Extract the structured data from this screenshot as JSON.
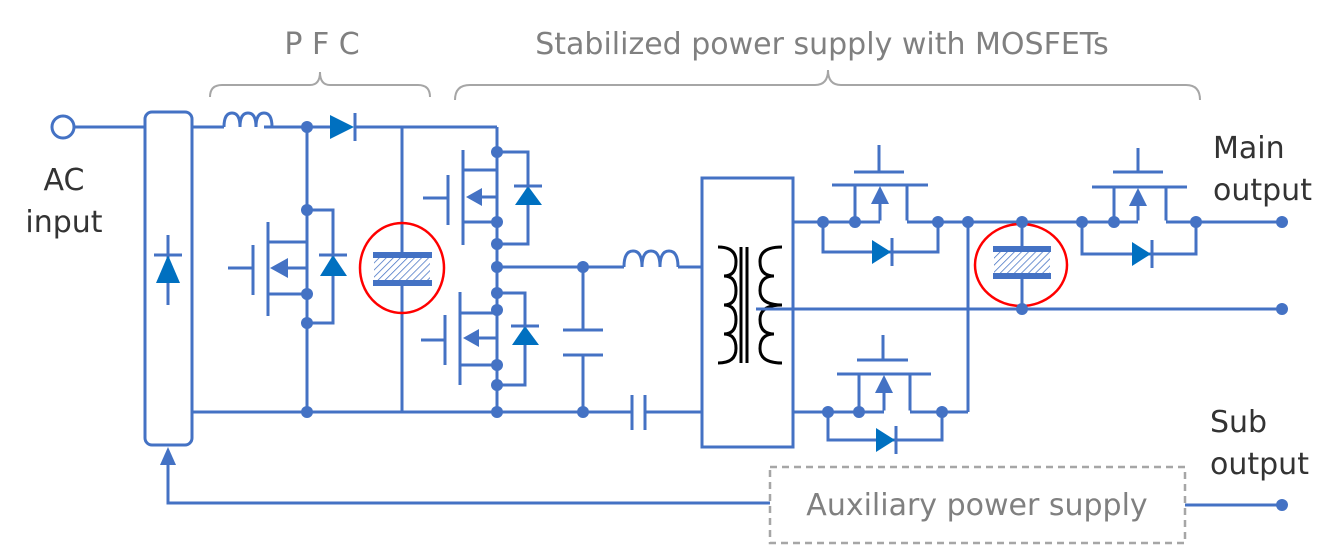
{
  "labels": {
    "pfc": "P F C",
    "stabilized": "Stabilized power supply with MOSFETs",
    "ac_input_line1": "AC",
    "ac_input_line2": "input",
    "main_output_line1": "Main",
    "main_output_line2": "output",
    "sub_output_line1": "Sub",
    "sub_output_line2": "output",
    "auxiliary": "Auxiliary power supply"
  },
  "colors": {
    "wire": "#4472C4",
    "diode": "#0070C0",
    "highlight": "#FF0000",
    "bracket": "#A6A6A6",
    "transformer_coil": "#000000"
  },
  "highlighted_components": [
    "bulk-capacitor",
    "output-capacitor"
  ]
}
